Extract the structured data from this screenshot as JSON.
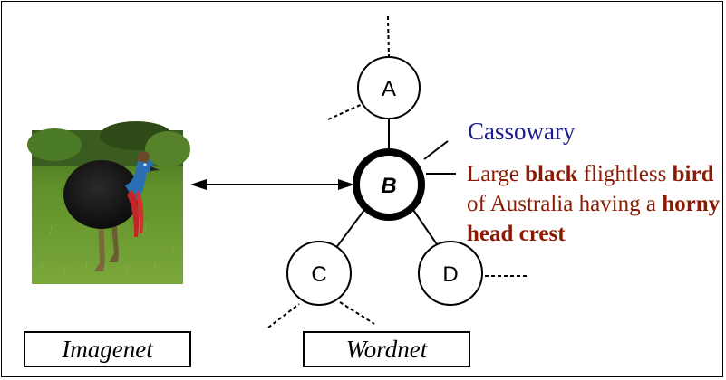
{
  "nodes": {
    "a": "A",
    "b": "B",
    "c": "C",
    "d": "D"
  },
  "synset": {
    "name": "Cassowary",
    "gloss": {
      "p1": "Large ",
      "b1": "black",
      "p2": " flightless ",
      "b2": "bird",
      "p3": " of Australia having a ",
      "b3": "horny head crest"
    }
  },
  "labels": {
    "imagenet": "Imagenet",
    "wordnet": "Wordnet"
  },
  "colors": {
    "name": "#1a1a8c",
    "gloss": "#8b1a05"
  }
}
